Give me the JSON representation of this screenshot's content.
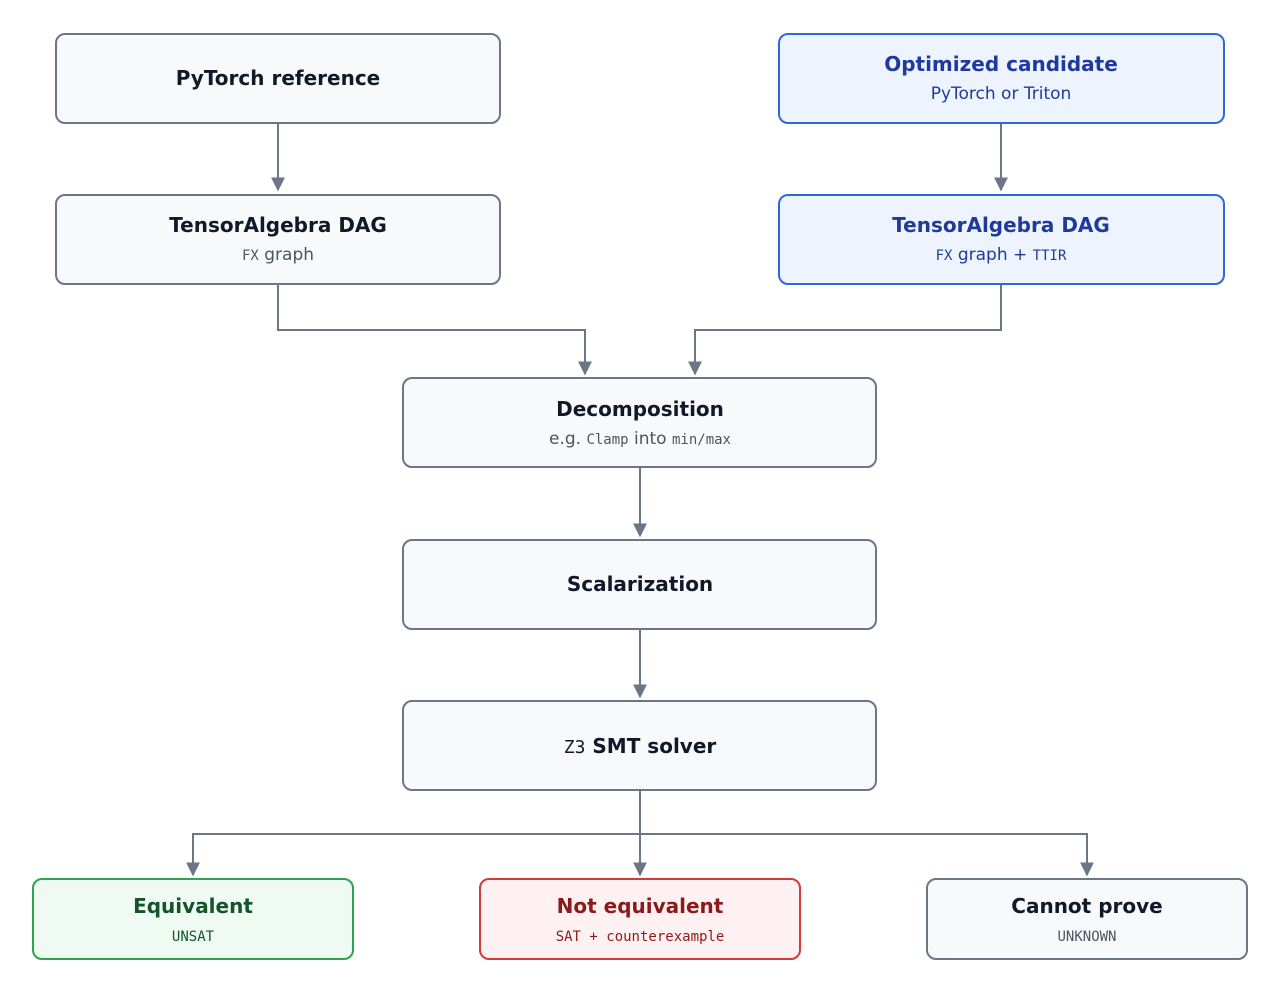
{
  "colors": {
    "edge": "#6b7688",
    "neutral_fill": "#f8f9fb",
    "neutral_stroke": "#6b7688",
    "neutral_text": "#111827",
    "neutral_sub": "#4b5563",
    "blue_fill": "#eef4ff",
    "blue_stroke": "#3467d6",
    "blue_text": "#1f3a9a",
    "green_fill": "#effbf2",
    "green_stroke": "#2ea44f",
    "green_text": "#14532d",
    "red_fill": "#fff1f1",
    "red_stroke": "#d33a3a",
    "red_text": "#8b1a1a"
  },
  "nodes": {
    "pytorch_reference": {
      "title": "PyTorch reference"
    },
    "optimized_candidate": {
      "title": "Optimized candidate",
      "subtitle": "PyTorch or Triton"
    },
    "left_dag": {
      "title": "TensorAlgebra DAG",
      "sub_mono": "FX",
      "sub_text": " graph"
    },
    "right_dag": {
      "title": "TensorAlgebra DAG",
      "sub_mono": "FX",
      "sub_text": " graph + ",
      "sub_mono2": "TTIR"
    },
    "decomposition": {
      "title": "Decomposition",
      "sub_text1": "e.g. ",
      "sub_mono1": "Clamp",
      "sub_text2": " into ",
      "sub_mono2": "min/max"
    },
    "scalarization": {
      "title": "Scalarization"
    },
    "solver": {
      "mono": "Z3",
      "title": " SMT solver"
    },
    "equivalent": {
      "title": "Equivalent",
      "sub_mono": "UNSAT"
    },
    "not_equivalent": {
      "title": "Not equivalent",
      "sub_mono": "SAT + counterexample"
    },
    "cannot_prove": {
      "title": "Cannot prove",
      "sub_mono": "UNKNOWN"
    }
  }
}
